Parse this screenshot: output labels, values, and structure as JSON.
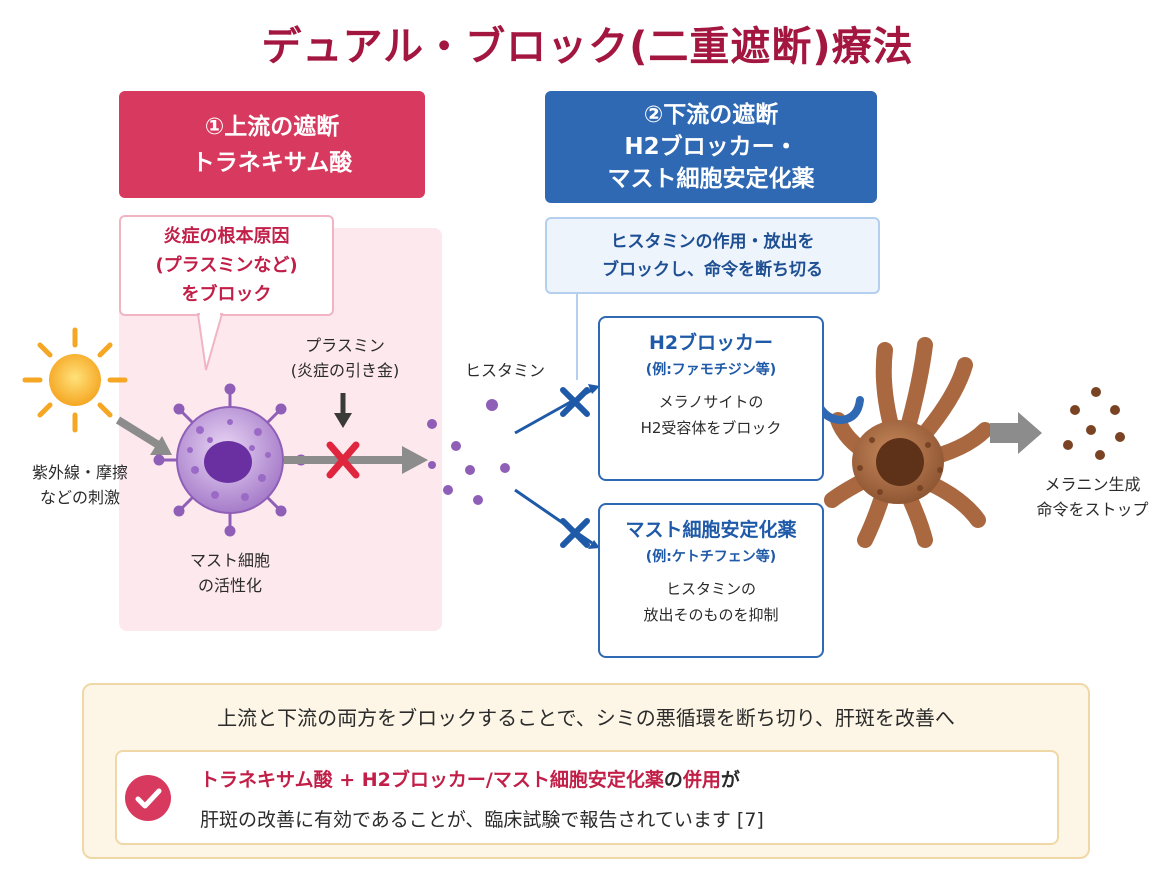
{
  "title": "デュアル・ブロック(二重遮断)療法",
  "upstream": {
    "line1": "①上流の遮断",
    "line2": "トラネキサム酸",
    "callout": [
      "炎症の根本原因",
      "(プラスミンなど)",
      "をブロック"
    ]
  },
  "downstream": {
    "line1": "②下流の遮断",
    "line2": "H2ブロッカー・",
    "line3": "マスト細胞安定化薬",
    "callout": [
      "ヒスタミンの作用・放出を",
      "ブロックし、命令を断ち切る"
    ]
  },
  "labels": {
    "stimulus": [
      "紫外線・摩擦",
      "などの刺激"
    ],
    "mast_cell": [
      "マスト細胞",
      "の活性化"
    ],
    "plasmin": [
      "プラスミン",
      "(炎症の引き金)"
    ],
    "histamine": "ヒスタミン",
    "melanin": [
      "メラニン生成",
      "命令をストップ"
    ]
  },
  "h2_box": {
    "name": "H2ブロッカー",
    "example": "(例:ファモチジン等)",
    "desc": [
      "メラノサイトの",
      "H2受容体をブロック"
    ]
  },
  "mast_box": {
    "name": "マスト細胞安定化薬",
    "example": "(例:ケトチフェン等)",
    "desc": [
      "ヒスタミンの",
      "放出そのものを抑制"
    ]
  },
  "bottom": {
    "summary": "上流と下流の両方をブロックすることで、シミの悪循環を断ち切り、肝斑を改善へ",
    "drugs_highlight": "トラネキサム酸 + H2ブロッカー/マスト細胞安定化薬",
    "conjunction": "の",
    "combined_use": "併用",
    "suffix": "が",
    "line2": "肝斑の改善に有効であることが、臨床試験で報告されています [7]"
  },
  "colors": {
    "title": "#a3163f",
    "red": "#d83a5f",
    "blue": "#2f69b4",
    "pink_bg": "#fde8ee",
    "cream_bg": "#fdf6e6",
    "x_red": "#e0263f",
    "x_blue": "#1f5aa8"
  }
}
